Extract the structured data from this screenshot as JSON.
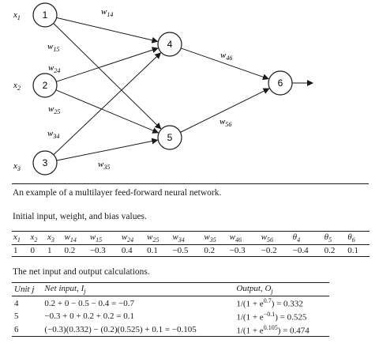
{
  "diagram": {
    "input_labels": [
      "x1",
      "x2",
      "x3"
    ],
    "nodes": [
      "1",
      "2",
      "3",
      "4",
      "5",
      "6"
    ],
    "edges": [
      {
        "from": "1",
        "to": "4",
        "label": "w14"
      },
      {
        "from": "1",
        "to": "5",
        "label": "w15"
      },
      {
        "from": "2",
        "to": "4",
        "label": "w24"
      },
      {
        "from": "2",
        "to": "5",
        "label": "w25"
      },
      {
        "from": "3",
        "to": "4",
        "label": "w34"
      },
      {
        "from": "3",
        "to": "5",
        "label": "w35"
      },
      {
        "from": "4",
        "to": "6",
        "label": "w46"
      },
      {
        "from": "5",
        "to": "6",
        "label": "w56"
      }
    ]
  },
  "caption": "An example of a multilayer feed-forward neural network.",
  "weights_title": "Initial input, weight, and bias values.",
  "weights_table": {
    "headers": [
      "x1",
      "x2",
      "x3",
      "w14",
      "w15",
      "w24",
      "w25",
      "w34",
      "w35",
      "w46",
      "w56",
      "θ4",
      "θ5",
      "θ6"
    ],
    "values": [
      "1",
      "0",
      "1",
      "0.2",
      "−0.3",
      "0.4",
      "0.1",
      "−0.5",
      "0.2",
      "−0.3",
      "−0.2",
      "−0.4",
      "0.2",
      "0.1"
    ]
  },
  "outputs_title": "The net input and output calculations.",
  "outputs_table": {
    "headers": [
      "Unit j",
      "Net input, Ij",
      "Output, Oj"
    ],
    "rows": [
      {
        "unit": "4",
        "net": "0.2 + 0 − 0.5 − 0.4 = −0.7",
        "out_pre": "1/(1 + e",
        "out_exp": "0.7",
        "out_post": ") = 0.332"
      },
      {
        "unit": "5",
        "net": "−0.3 + 0 + 0.2 + 0.2 = 0.1",
        "out_pre": "1/(1 + e",
        "out_exp": "−0.1",
        "out_post": ") = 0.525"
      },
      {
        "unit": "6",
        "net": "(−0.3)(0.332) − (0.2)(0.525) + 0.1 = −0.105",
        "out_pre": "1/(1 + e",
        "out_exp": "0.105",
        "out_post": ") = 0.474"
      }
    ]
  }
}
